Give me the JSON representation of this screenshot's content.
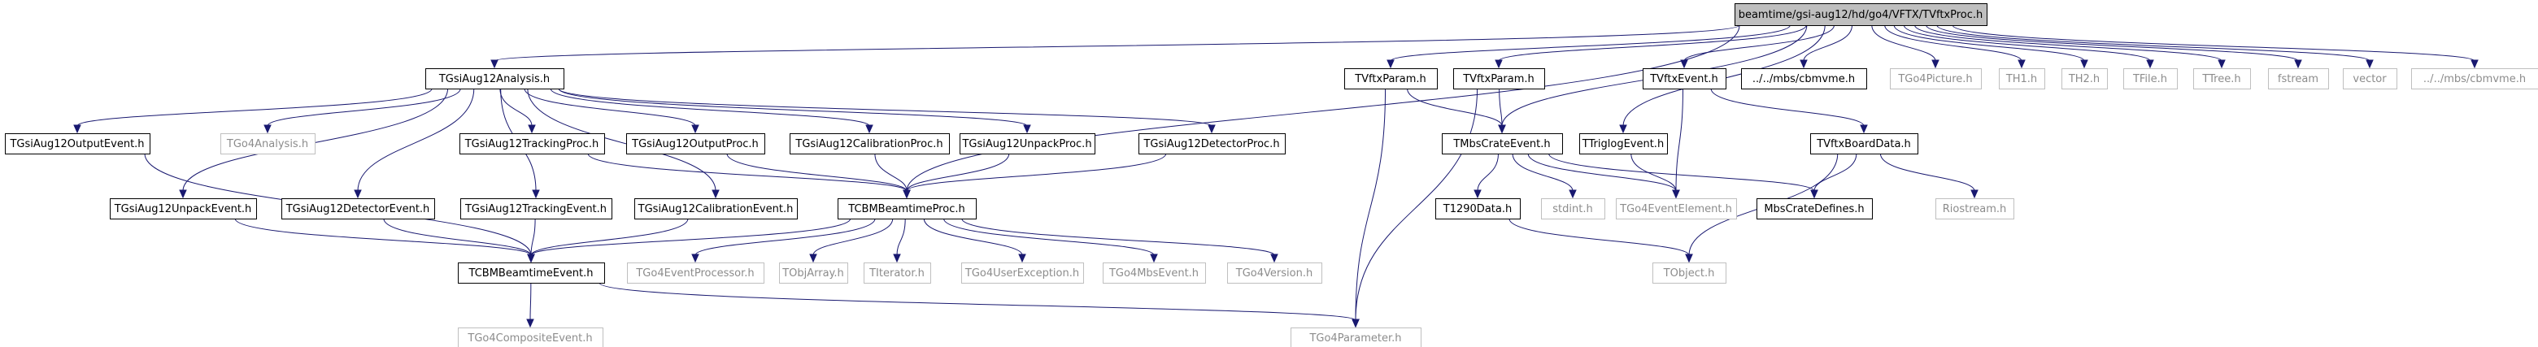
{
  "nodes": [
    {
      "id": "root",
      "label": "beamtime/gsi-aug12/hd/go4/VFTX/TVftxProc.h",
      "style": "root"
    },
    {
      "id": "ana",
      "label": "TGsiAug12Analysis.h",
      "style": "normal"
    },
    {
      "id": "vparam1",
      "label": "TVftxParam.h",
      "style": "normal"
    },
    {
      "id": "vparam2",
      "label": "TVftxParam.h",
      "style": "normal"
    },
    {
      "id": "vevent",
      "label": "TVftxEvent.h",
      "style": "normal"
    },
    {
      "id": "cbmvme1",
      "label": "../../mbs/cbmvme.h",
      "style": "normal"
    },
    {
      "id": "picture",
      "label": "TGo4Picture.h",
      "style": "gray"
    },
    {
      "id": "th1",
      "label": "TH1.h",
      "style": "gray"
    },
    {
      "id": "th2",
      "label": "TH2.h",
      "style": "gray"
    },
    {
      "id": "tfile",
      "label": "TFile.h",
      "style": "gray"
    },
    {
      "id": "ttree",
      "label": "TTree.h",
      "style": "gray"
    },
    {
      "id": "fstream",
      "label": "fstream",
      "style": "gray"
    },
    {
      "id": "vector",
      "label": "vector",
      "style": "gray"
    },
    {
      "id": "cbmvme2",
      "label": "../../mbs/cbmvme.h",
      "style": "gray"
    },
    {
      "id": "outevt",
      "label": "TGsiAug12OutputEvent.h",
      "style": "normal"
    },
    {
      "id": "go4ana",
      "label": "TGo4Analysis.h",
      "style": "gray"
    },
    {
      "id": "trkproc",
      "label": "TGsiAug12TrackingProc.h",
      "style": "normal"
    },
    {
      "id": "outproc",
      "label": "TGsiAug12OutputProc.h",
      "style": "normal"
    },
    {
      "id": "calproc",
      "label": "TGsiAug12CalibrationProc.h",
      "style": "normal"
    },
    {
      "id": "unpproc",
      "label": "TGsiAug12UnpackProc.h",
      "style": "normal"
    },
    {
      "id": "detproc",
      "label": "TGsiAug12DetectorProc.h",
      "style": "normal"
    },
    {
      "id": "mbscrate",
      "label": "TMbsCrateEvent.h",
      "style": "normal"
    },
    {
      "id": "trigl",
      "label": "TTriglogEvent.h",
      "style": "normal"
    },
    {
      "id": "vboard",
      "label": "TVftxBoardData.h",
      "style": "normal"
    },
    {
      "id": "unpevt",
      "label": "TGsiAug12UnpackEvent.h",
      "style": "normal"
    },
    {
      "id": "detevt",
      "label": "TGsiAug12DetectorEvent.h",
      "style": "normal"
    },
    {
      "id": "trkevt",
      "label": "TGsiAug12TrackingEvent.h",
      "style": "normal"
    },
    {
      "id": "calevt",
      "label": "TGsiAug12CalibrationEvent.h",
      "style": "normal"
    },
    {
      "id": "bproc",
      "label": "TCBMBeamtimeProc.h",
      "style": "normal"
    },
    {
      "id": "t1290",
      "label": "T1290Data.h",
      "style": "normal"
    },
    {
      "id": "stdint",
      "label": "stdint.h",
      "style": "gray"
    },
    {
      "id": "elem",
      "label": "TGo4EventElement.h",
      "style": "gray"
    },
    {
      "id": "mbsdef",
      "label": "MbsCrateDefines.h",
      "style": "normal"
    },
    {
      "id": "riostream",
      "label": "Riostream.h",
      "style": "gray"
    },
    {
      "id": "bevent",
      "label": "TCBMBeamtimeEvent.h",
      "style": "normal"
    },
    {
      "id": "evproc",
      "label": "TGo4EventProcessor.h",
      "style": "gray"
    },
    {
      "id": "objarr",
      "label": "TObjArray.h",
      "style": "gray"
    },
    {
      "id": "titer",
      "label": "TIterator.h",
      "style": "gray"
    },
    {
      "id": "uexc",
      "label": "TGo4UserException.h",
      "style": "gray"
    },
    {
      "id": "mbsevt",
      "label": "TGo4MbsEvent.h",
      "style": "gray"
    },
    {
      "id": "ver",
      "label": "TGo4Version.h",
      "style": "gray"
    },
    {
      "id": "tobject",
      "label": "TObject.h",
      "style": "gray"
    },
    {
      "id": "comp",
      "label": "TGo4CompositeEvent.h",
      "style": "gray"
    },
    {
      "id": "param",
      "label": "TGo4Parameter.h",
      "style": "gray"
    }
  ],
  "edges": [
    [
      "root",
      "ana"
    ],
    [
      "root",
      "vparam1"
    ],
    [
      "root",
      "vparam2"
    ],
    [
      "root",
      "vevent"
    ],
    [
      "root",
      "cbmvme1"
    ],
    [
      "root",
      "picture"
    ],
    [
      "root",
      "th1"
    ],
    [
      "root",
      "th2"
    ],
    [
      "root",
      "tfile"
    ],
    [
      "root",
      "ttree"
    ],
    [
      "root",
      "fstream"
    ],
    [
      "root",
      "vector"
    ],
    [
      "root",
      "cbmvme2"
    ],
    [
      "root",
      "mbscrate"
    ],
    [
      "root",
      "trigl"
    ],
    [
      "root",
      "bproc"
    ],
    [
      "ana",
      "outevt"
    ],
    [
      "ana",
      "go4ana"
    ],
    [
      "ana",
      "trkproc"
    ],
    [
      "ana",
      "outproc"
    ],
    [
      "ana",
      "calproc"
    ],
    [
      "ana",
      "unpproc"
    ],
    [
      "ana",
      "detproc"
    ],
    [
      "ana",
      "unpevt"
    ],
    [
      "ana",
      "detevt"
    ],
    [
      "ana",
      "trkevt"
    ],
    [
      "ana",
      "calevt"
    ],
    [
      "vparam1",
      "mbscrate"
    ],
    [
      "vparam1",
      "param"
    ],
    [
      "vparam2",
      "mbscrate"
    ],
    [
      "vparam2",
      "param"
    ],
    [
      "vevent",
      "vboard"
    ],
    [
      "vevent",
      "elem"
    ],
    [
      "trkproc",
      "bproc"
    ],
    [
      "outproc",
      "bproc"
    ],
    [
      "calproc",
      "bproc"
    ],
    [
      "unpproc",
      "bproc"
    ],
    [
      "detproc",
      "bproc"
    ],
    [
      "mbscrate",
      "t1290"
    ],
    [
      "mbscrate",
      "stdint"
    ],
    [
      "mbscrate",
      "elem"
    ],
    [
      "mbscrate",
      "mbsdef"
    ],
    [
      "trigl",
      "elem"
    ],
    [
      "vboard",
      "mbsdef"
    ],
    [
      "vboard",
      "riostream"
    ],
    [
      "vboard",
      "tobject"
    ],
    [
      "outevt",
      "bevent"
    ],
    [
      "unpevt",
      "bevent"
    ],
    [
      "detevt",
      "bevent"
    ],
    [
      "trkevt",
      "bevent"
    ],
    [
      "calevt",
      "bevent"
    ],
    [
      "bproc",
      "bevent"
    ],
    [
      "bproc",
      "evproc"
    ],
    [
      "bproc",
      "objarr"
    ],
    [
      "bproc",
      "titer"
    ],
    [
      "bproc",
      "uexc"
    ],
    [
      "bproc",
      "mbsevt"
    ],
    [
      "bproc",
      "ver"
    ],
    [
      "t1290",
      "tobject"
    ],
    [
      "bevent",
      "comp"
    ],
    [
      "bevent",
      "param"
    ]
  ]
}
